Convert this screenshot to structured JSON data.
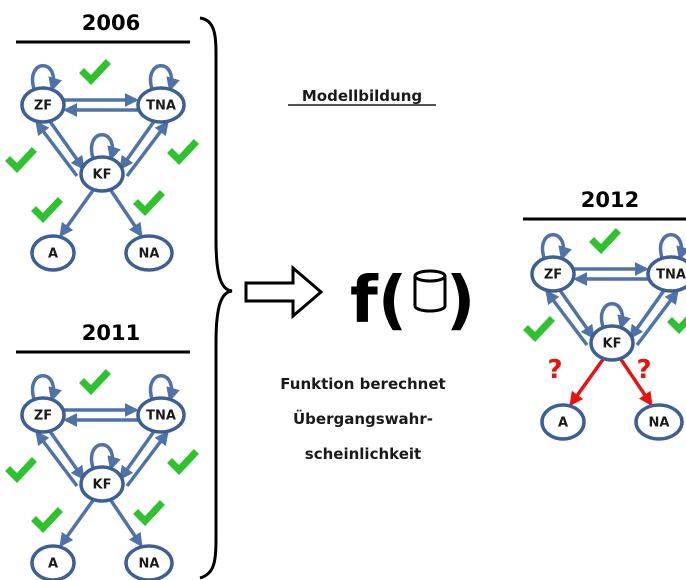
{
  "title": "Modellbildung",
  "function_symbol": "f(",
  "function_symbol_close": ")",
  "database_icon": "database-icon",
  "description_lines": [
    "Funktion berechnet",
    "Übergangswahr-",
    "scheinlichkeit"
  ],
  "colors": {
    "node_stroke": "#3d5f97",
    "edge": "#4f72a8",
    "check": "#2fc22f",
    "unknown_edge": "#e8130f",
    "text": "#1a1a1a"
  },
  "panels": [
    {
      "year": "2006",
      "nodes": [
        "ZF",
        "TNA",
        "KF",
        "A",
        "NA"
      ],
      "transitions_known": true
    },
    {
      "year": "2011",
      "nodes": [
        "ZF",
        "TNA",
        "KF",
        "A",
        "NA"
      ],
      "transitions_known": true
    },
    {
      "year": "2012",
      "nodes": [
        "ZF",
        "TNA",
        "KF",
        "A",
        "NA"
      ],
      "transitions_known": false,
      "unknown_marker": "?"
    }
  ]
}
